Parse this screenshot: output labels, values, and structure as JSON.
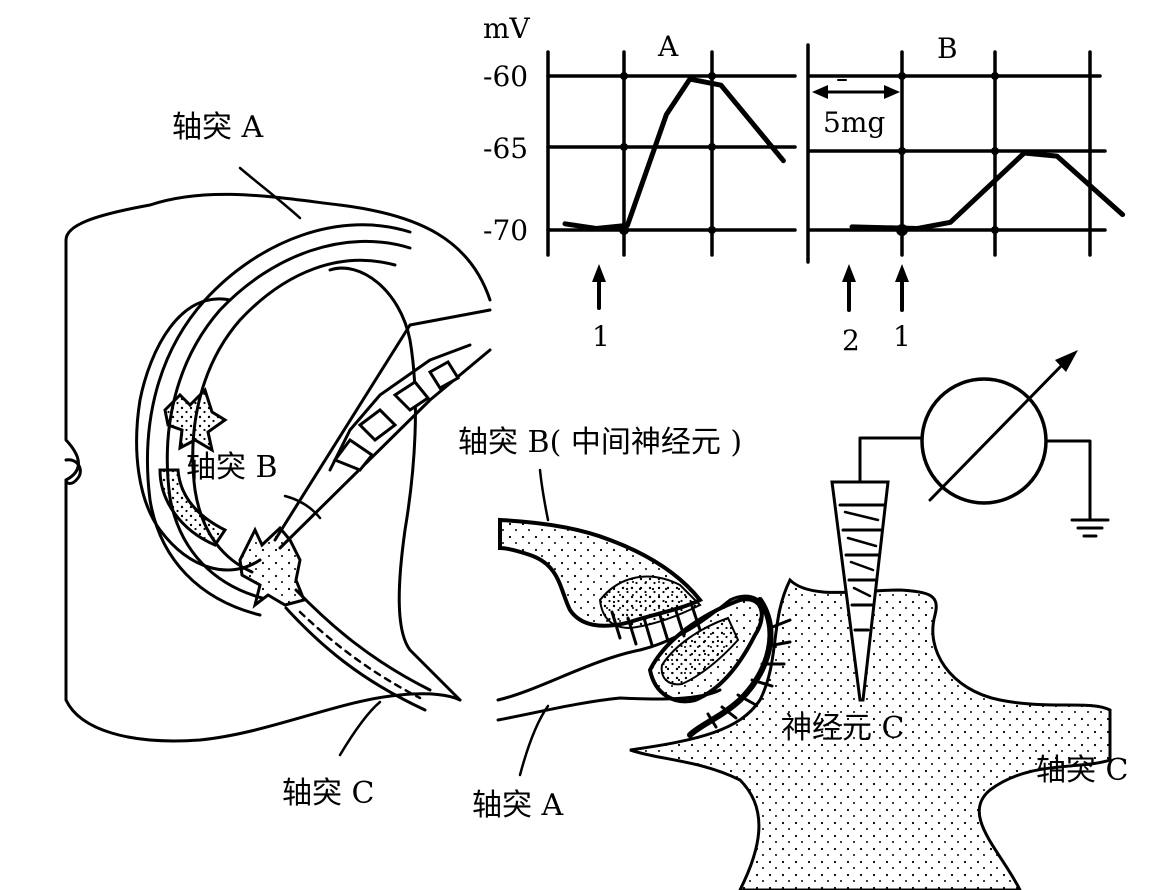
{
  "graph": {
    "unit": "mV",
    "y_ticks": [
      "-60",
      "-65",
      "-70"
    ],
    "panel_a_label": "A",
    "panel_b_label": "B",
    "interval_label": "5mg",
    "markers": [
      "1",
      "2",
      "1"
    ],
    "trace_a": [
      [
        -69.6,
        0
      ],
      [
        -69.9,
        0.4
      ],
      [
        -69.7,
        0.8
      ],
      [
        -62.5,
        1.3
      ],
      [
        -60.2,
        1.6
      ],
      [
        -60.6,
        2.0
      ],
      [
        -65.5,
        2.8
      ]
    ],
    "trace_b": [
      [
        -69.8,
        0
      ],
      [
        -69.9,
        0.8
      ],
      [
        -69.5,
        1.2
      ],
      [
        -65.0,
        2.1
      ],
      [
        -65.2,
        2.5
      ],
      [
        -69.0,
        3.3
      ]
    ]
  },
  "left_diagram": {
    "label_axon_a": "轴突 A",
    "label_axon_b": "轴突 B",
    "label_axon_c": "轴突 C"
  },
  "right_diagram": {
    "label_axon_b": "轴突 B( 中间神经元 )",
    "label_neuron_c": "神经元 C",
    "label_axon_a": "轴突 A",
    "label_axon_c": "轴突 C"
  }
}
